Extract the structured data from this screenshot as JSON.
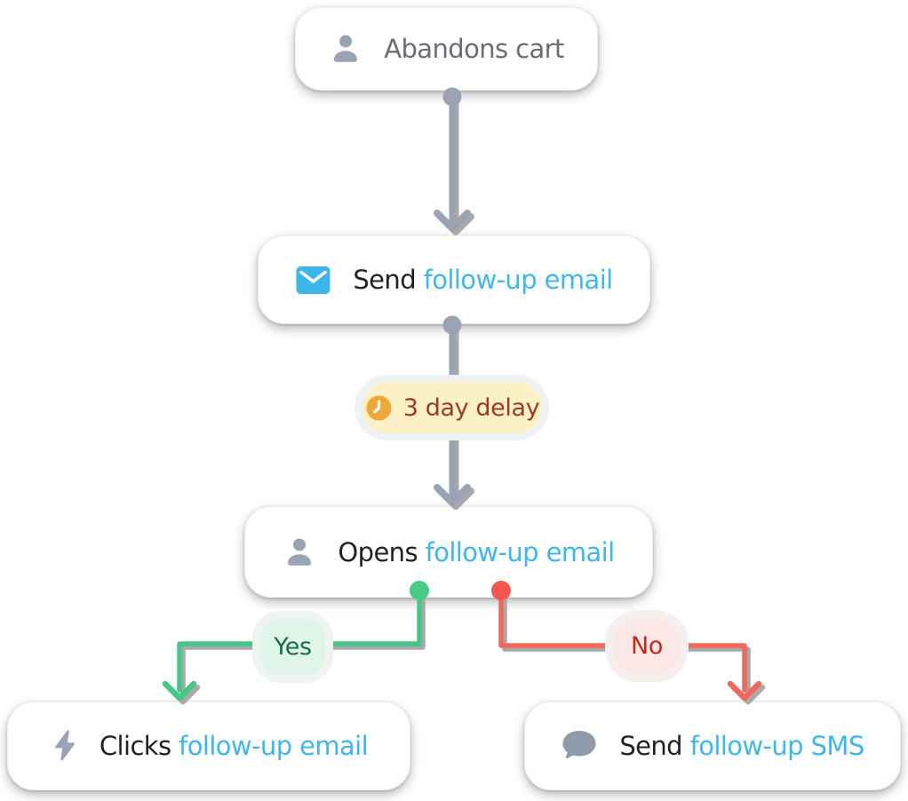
{
  "diagram": {
    "type": "workflow-flowchart",
    "nodes": {
      "abandons_cart": {
        "label": "Abandons cart",
        "icon": "person-icon"
      },
      "send_email": {
        "prefix": "Send ",
        "highlight": "follow-up email",
        "icon": "envelope-icon"
      },
      "opens_email": {
        "prefix": "Opens ",
        "highlight": "follow-up email",
        "icon": "person-icon"
      },
      "clicks_email": {
        "prefix": "Clicks ",
        "highlight": "follow-up email",
        "icon": "bolt-icon"
      },
      "send_sms": {
        "prefix": "Send ",
        "highlight": "follow-up SMS",
        "icon": "chat-bubble-icon"
      }
    },
    "edges": {
      "delay_badge": {
        "label": "3 day delay",
        "icon": "clock-icon"
      },
      "yes_badge": {
        "label": "Yes"
      },
      "no_badge": {
        "label": "No"
      }
    },
    "colors": {
      "highlight_blue": "#41b6ec",
      "node_text_dark": "#1e2126",
      "node_text_gray": "#696d74",
      "icon_gray": "#98a3b3",
      "connector_gray": "#99a3b3",
      "line_shadow_gray": "#a9a9a9",
      "branch_green": "#46c787",
      "green_dot": "#48ca86",
      "branch_red": "#f1685d",
      "red_dot": "#f2584e",
      "yes_bg": "#e0f5e9",
      "yes_text": "#156f45",
      "no_bg": "#fbe7e5",
      "no_text": "#c02a1d",
      "delay_bg": "#fcf0c7",
      "delay_text": "#9d3a20",
      "clock_orange": "#f1a83a"
    }
  }
}
